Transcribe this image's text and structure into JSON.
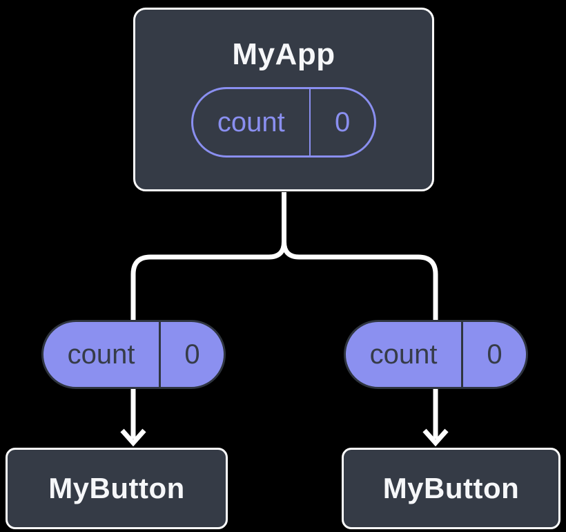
{
  "colors": {
    "background": "#000000",
    "node_fill": "#353B46",
    "node_border": "#FFFFFF",
    "node_text": "#F6F7F9",
    "accent_purple": "#8A8FF0",
    "pill_fill": "#8B90F0",
    "pill_border": "#2F353F",
    "pill_dark_text": "#363C48",
    "connector": "#FFFFFF"
  },
  "tree": {
    "root": {
      "label": "MyApp",
      "state_pill": {
        "name": "count",
        "value": "0"
      }
    },
    "left_branch": {
      "prop_pill": {
        "name": "count",
        "value": "0"
      },
      "child": {
        "label": "MyButton"
      }
    },
    "right_branch": {
      "prop_pill": {
        "name": "count",
        "value": "0"
      },
      "child": {
        "label": "MyButton"
      }
    }
  }
}
